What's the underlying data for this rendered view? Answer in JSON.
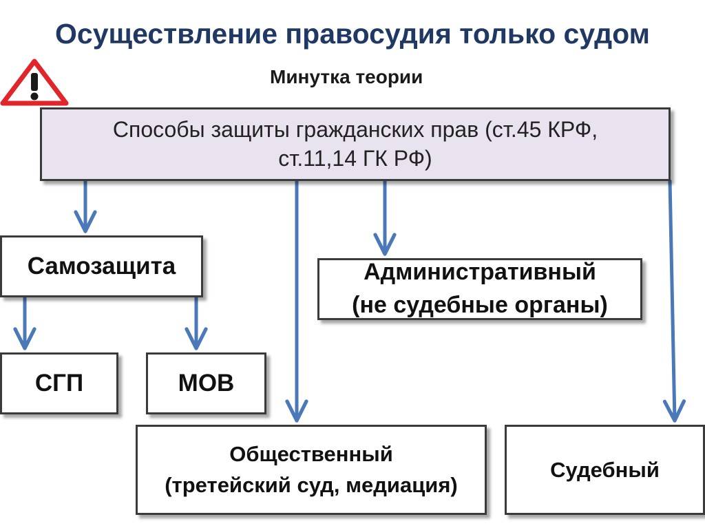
{
  "slide": {
    "title": "Осуществление правосудия только судом",
    "subtitle": "Минутка теории"
  },
  "root": {
    "line1": "Способы защиты гражданских прав (ст.45 КРФ,",
    "line2": "ст.11,14 ГК РФ)"
  },
  "nodes": {
    "self_defense": "Самозащита",
    "administrative_line1": "Административный",
    "administrative_line2": "(не судебные органы)",
    "sgp": "СГП",
    "mov": "МОВ",
    "public_line1": "Общественный",
    "public_line2": "(третейский суд, медиация)",
    "judicial": "Судебный"
  },
  "colors": {
    "title": "#1f3864",
    "arrow": "#4a78b8",
    "root_fill": "#e9e3ef",
    "warning": "#e0252b"
  },
  "icons": {
    "warning": "warning-triangle-icon"
  }
}
